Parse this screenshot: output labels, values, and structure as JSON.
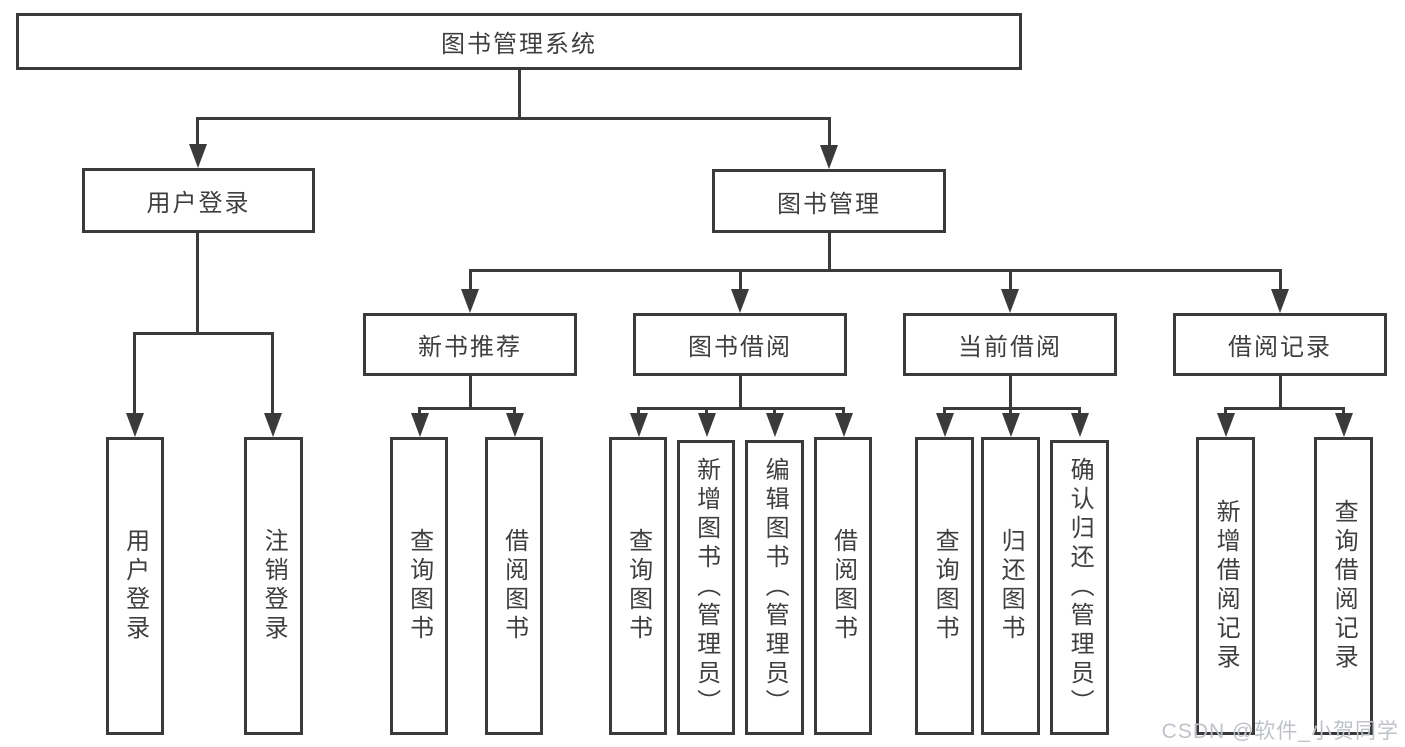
{
  "diagram_title": "图书管理系统",
  "nodes": {
    "root": "图书管理系统",
    "user_login": "用户登录",
    "book_management": "图书管理",
    "new_book_recommend": "新书推荐",
    "book_borrowing": "图书借阅",
    "current_borrowing": "当前借阅",
    "borrowing_records": "借阅记录"
  },
  "leaves": {
    "user_login": "用户登录",
    "logout": "注销登录",
    "query_books_1": "查询图书",
    "borrow_books_1": "借阅图书",
    "query_books_2": "查询图书",
    "add_books_admin": "新增图书（管理员）",
    "edit_books_admin": "编辑图书（管理员）",
    "borrow_books_2": "借阅图书",
    "query_books_3": "查询图书",
    "return_books": "归还图书",
    "confirm_return_admin": "确认归还（管理员）",
    "add_borrow_record": "新增借阅记录",
    "query_borrow_record": "查询借阅记录"
  },
  "watermark": "CSDN @软件_小贺同学",
  "colors": {
    "line": "#3a3a3a",
    "text": "#3f3f3f",
    "background": "#ffffff",
    "watermark": "#bfc3c9"
  }
}
